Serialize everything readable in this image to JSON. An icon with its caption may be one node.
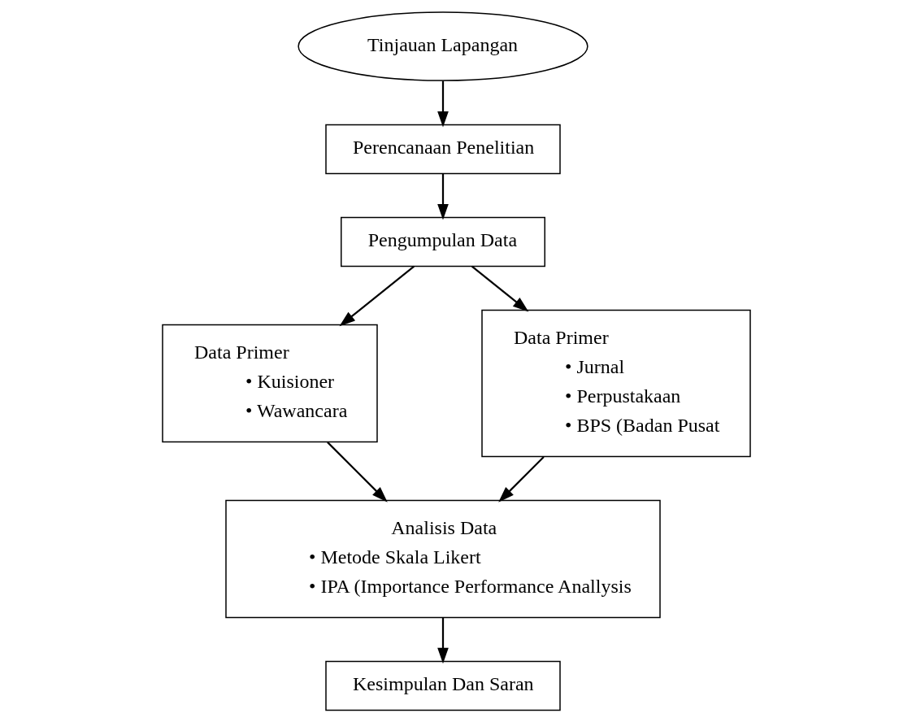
{
  "diagram": {
    "nodes": [
      {
        "text": [
          "Tinjauan Lapangan"
        ]
      },
      {
        "text": [
          "Perencanaan Penelitian"
        ]
      },
      {
        "text": [
          "Pengumpulan Data"
        ]
      },
      {
        "text": [
          "Data Primer",
          "• Kuisioner",
          "• Wawancara"
        ]
      },
      {
        "text": [
          "Data Primer",
          "• Jurnal",
          "• Perpustakaan",
          "• BPS (Badan Pusat"
        ]
      },
      {
        "text": [
          "Analisis Data",
          "• Metode Skala Likert",
          "• IPA (Importance Performance Anallysis"
        ]
      },
      {
        "text": [
          "Kesimpulan Dan Saran"
        ]
      }
    ],
    "edges": [
      {
        "from": 0,
        "to": 1,
        "arrow": "to"
      },
      {
        "from": 1,
        "to": 2,
        "arrow": "to"
      },
      {
        "from": 2,
        "to": 3,
        "arrow": "to"
      },
      {
        "from": 2,
        "to": 4,
        "arrow": "to"
      },
      {
        "from": 3,
        "to": 5,
        "arrow": "to"
      },
      {
        "from": 4,
        "to": 5,
        "arrow": "to"
      },
      {
        "from": 5,
        "to": 6,
        "arrow": "to"
      }
    ]
  }
}
